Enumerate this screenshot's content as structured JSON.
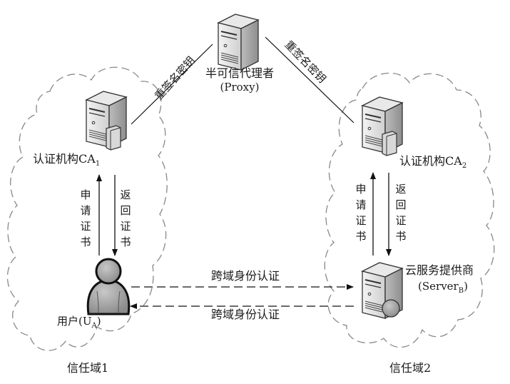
{
  "diagram": {
    "proxy": {
      "label": "半可信代理者",
      "sublabel": "(Proxy)",
      "icon": "server-icon"
    },
    "edge_labels": {
      "left_key": "重签名密钥",
      "right_key": "重签名密钥"
    },
    "domain1": {
      "name": "信任域1",
      "ca": {
        "label": "认证机构CA",
        "subscript": "1",
        "icon": "server-icon"
      },
      "request": [
        "申",
        "请",
        "证",
        "书"
      ],
      "return": [
        "返",
        "回",
        "证",
        "书"
      ],
      "user": {
        "label": "用户(U",
        "subscript": "A",
        "suffix": ")",
        "icon": "user-icon"
      }
    },
    "domain2": {
      "name": "信任域2",
      "ca": {
        "label": "认证机构CA",
        "subscript": "2",
        "icon": "server-icon"
      },
      "request": [
        "申",
        "请",
        "证",
        "书"
      ],
      "return": [
        "返",
        "回",
        "证",
        "书"
      ],
      "server": {
        "label": "云服务提供商",
        "sublabel": "(Server",
        "subscript": "B",
        "suffix": ")",
        "icon": "server-icon"
      }
    },
    "cross_domain": {
      "to_server": "跨域身份认证",
      "to_user": "跨域身份认证"
    }
  }
}
